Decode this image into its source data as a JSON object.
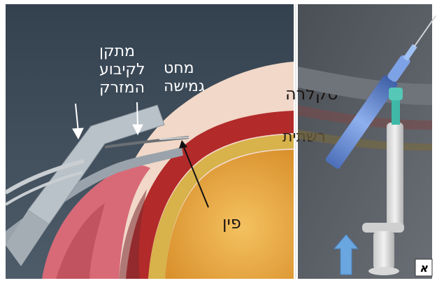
{
  "labels": {
    "injector_fixture_line1": "מתקן",
    "injector_fixture_line2": "לקיבוע",
    "injector_fixture_line3": "המזרק",
    "pressure_needle_line1": "מחט",
    "pressure_needle_line2": "גמישה",
    "sclera": "סקלרה",
    "retina": "רשתית",
    "lens": "פין"
  },
  "panel_badge": "א",
  "colors": {
    "background_left": "#3d4c5c",
    "background_right": "#5a5e66",
    "sclera": "#f1d8c8",
    "choroid": "#b22a2a",
    "retina": "#d8b24a",
    "vitreous": "#e9a940",
    "syringe_blue": "#6b8fd6",
    "syringe_cap": "#3fb8a8",
    "arrow_blue": "#6aa6e0"
  }
}
